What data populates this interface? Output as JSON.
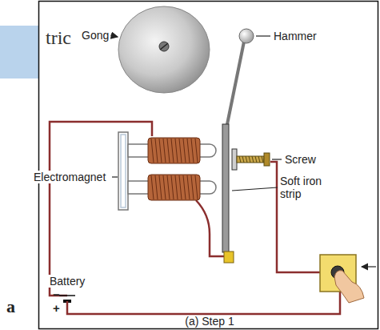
{
  "diagram": {
    "caption": "(a) Step 1",
    "labels": [
      "tric",
      "Gong",
      "Hammer",
      "Screw",
      "Soft iron strip",
      "Electromagnet",
      "Battery",
      "−",
      "+",
      "a"
    ]
  }
}
